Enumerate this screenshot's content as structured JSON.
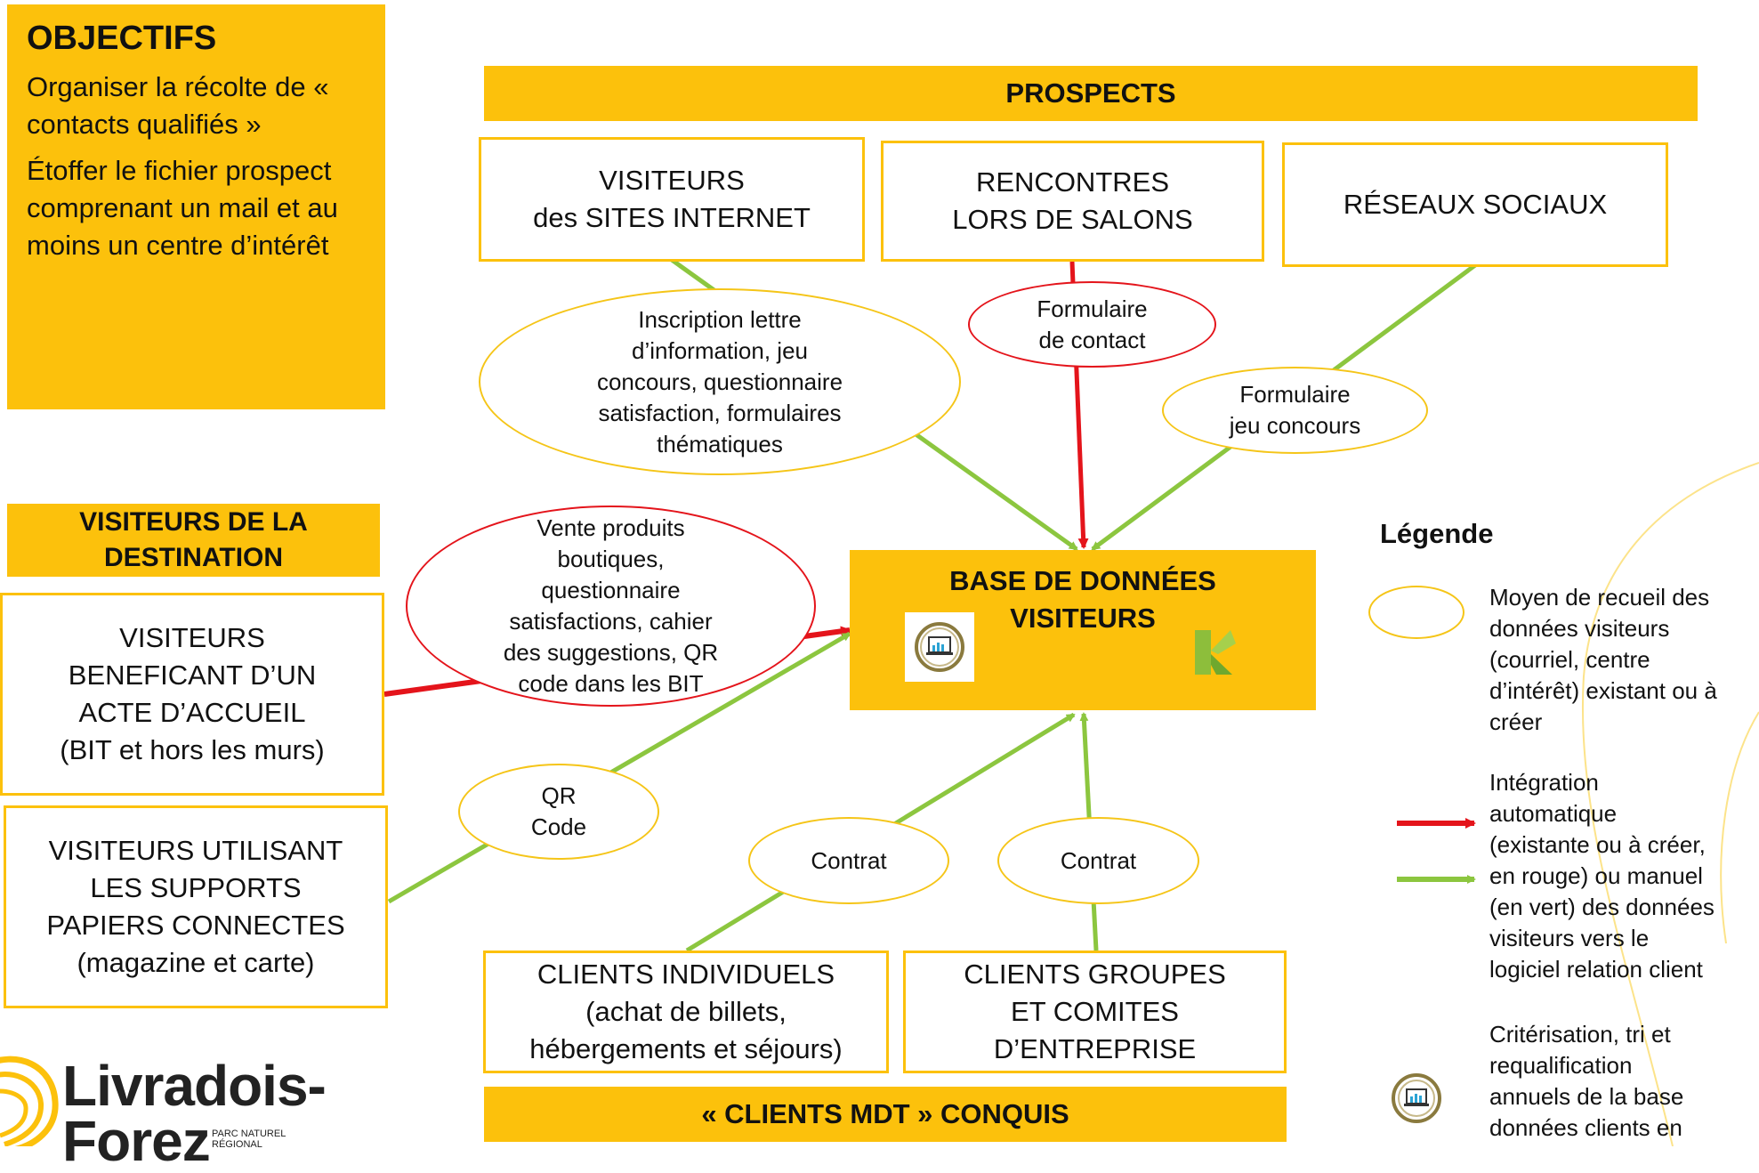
{
  "objectifs": {
    "title": "OBJECTIFS",
    "item1": "Organiser la récolte de « contacts qualifiés »",
    "item2": "Étoffer le fichier prospect comprenant un mail et au moins un centre d’intérêt"
  },
  "prospects": {
    "header": "PROSPECTS",
    "site_visitors": "VISITEURS\ndes SITES INTERNET",
    "salons": "RENCONTRES\nLORS DE SALONS",
    "social": "RÉSEAUX SOCIAUX"
  },
  "channels": {
    "newsletter": "Inscription lettre\nd’information, jeu\nconcours, questionnaire\nsatisfaction, formulaires\nthématiques",
    "contact_form": "Formulaire\nde contact",
    "contest_form": "Formulaire\njeu concours",
    "boutique": "Vente produits\nboutiques,\nquestionnaire\nsatisfactions, cahier\ndes suggestions, QR\ncode dans les BIT",
    "qr_code": "QR\nCode",
    "contract_individual": "Contrat",
    "contract_group": "Contrat"
  },
  "destination": {
    "header": "VISITEURS DE LA\nDESTINATION",
    "welcome": "VISITEURS\nBENEFICANT D’UN\nACTE D’ACCUEIL\n(BIT et hors les murs)",
    "paper": "VISITEURS UTILISANT\nLES SUPPORTS\nPAPIERS CONNECTES\n(magazine et carte)"
  },
  "database": {
    "title": "BASE DE DONNÉES\nVISITEURS"
  },
  "clients": {
    "individual": "CLIENTS INDIVIDUELS\n(achat de billets,\nhébergements  et séjours)",
    "groups": "CLIENTS GROUPES\nET COMITES\nD’ENTREPRISE",
    "footer": "« CLIENTS MDT » CONQUIS"
  },
  "legend": {
    "title": "Légende",
    "collection_means": "Moyen de recueil des\ndonnées visiteurs\n(courriel, centre\nd’intérêt) existant ou à\ncréer",
    "integration": "Intégration\nautomatique\n(existante ou à créer,\nen rouge) ou manuel\n(en vert) des données\nvisiteurs vers le\nlogiciel relation client",
    "criteria": "Critérisation, tri et\nrequalification\nannuels de la base\ndonnées clients en"
  },
  "logo": {
    "name_line1": "Livradois-",
    "name_line2": "Forez",
    "tagline": "PARC NATUREL\nRÉGIONAL"
  },
  "colors": {
    "yellow": "#FCC10C",
    "red": "#E4141B",
    "green": "#8CC63F"
  }
}
